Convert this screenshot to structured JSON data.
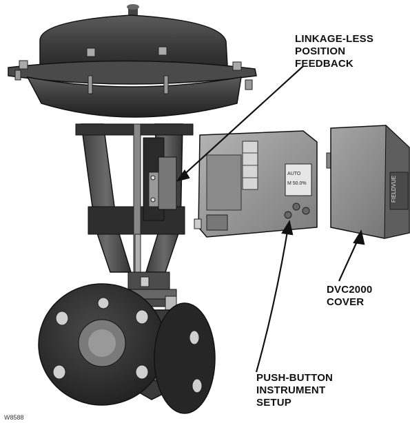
{
  "callouts": {
    "linkage_less": "LINKAGE-LESS\nPOSITION\nFEEDBACK",
    "cover": "DVC2000\nCOVER",
    "push_button": "PUSH-BUTTON\nINSTRUMENT\nSETUP"
  },
  "figure_id": "W8588",
  "display_text": {
    "lcd_line1": "AUTO",
    "lcd_line2": "M 50.0%",
    "cover_brand": "FIELDVUE"
  },
  "colors": {
    "actuator_dark": "#3a3a3a",
    "body_gray": "#5a5a5a",
    "module_light": "#9a9a9a",
    "leader_line": "#111111"
  }
}
